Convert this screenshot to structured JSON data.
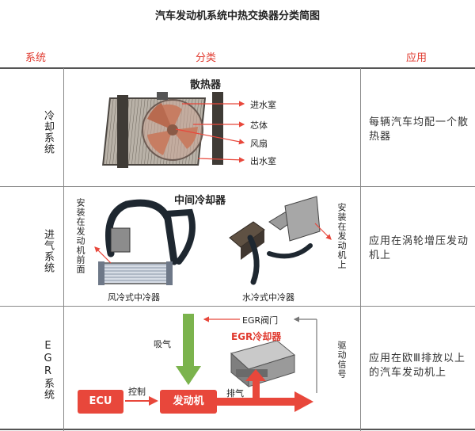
{
  "title": "汽车发动机系统中热交换器分类简图",
  "headers": {
    "system": "系统",
    "category": "分类",
    "application": "应用"
  },
  "rows": {
    "cooling": {
      "system": "冷却系统",
      "heading": "散热器",
      "parts": [
        "进水室",
        "芯体",
        "风扇",
        "出水室"
      ],
      "application": "每辆汽车均配一个散热器"
    },
    "intake": {
      "system": "进气系统",
      "heading": "中间冷却器",
      "left_note": "安装在发动机前面",
      "right_note": "安装在发动机上",
      "air_label": "风冷式中冷器",
      "water_label": "水冷式中冷器",
      "application": "应用在涡轮增压发动机上"
    },
    "egr": {
      "system": "EGR系统",
      "valve": "EGR阀门",
      "cooler": "EGR冷却器",
      "intake_air": "吸气",
      "exhaust": "排气",
      "control": "控制",
      "drive_signal": "驱动信号",
      "ecu": "ECU",
      "engine": "发动机",
      "application": "应用在欧Ⅲ排放以上的汽车发动机上"
    }
  },
  "colors": {
    "accent_red": "#e8473b",
    "header_red": "#e03a2f",
    "green": "#7bb34d"
  }
}
